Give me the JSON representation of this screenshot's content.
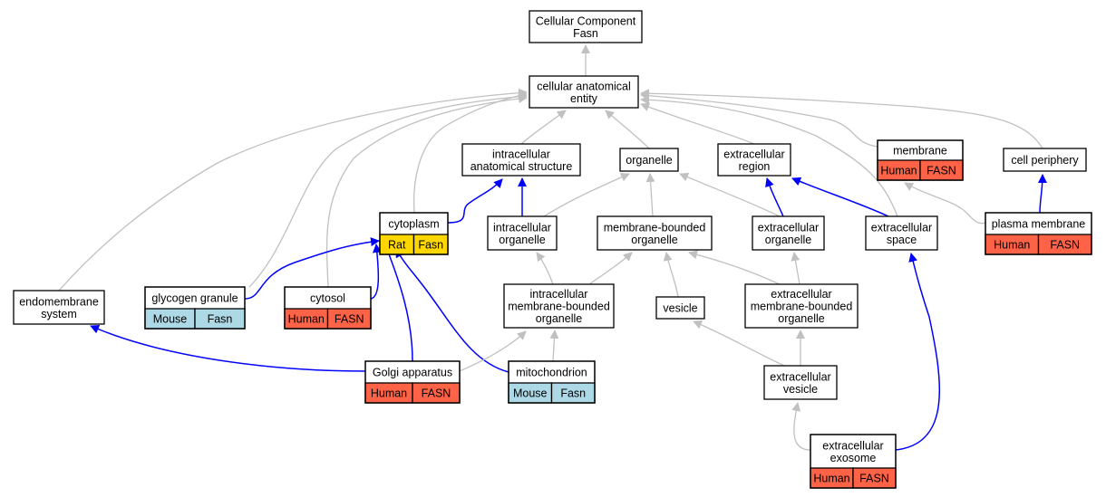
{
  "colors": {
    "human": "#ff6347",
    "mouse": "#add8e6",
    "rat": "#ffd700",
    "edge_isa": "#c0c0c0",
    "edge_partof": "#0000ff"
  },
  "nodes": [
    {
      "id": "root",
      "lines": [
        "Cellular Component",
        "Fasn"
      ],
      "tags": []
    },
    {
      "id": "cae",
      "lines": [
        "cellular anatomical",
        "entity"
      ],
      "tags": []
    },
    {
      "id": "ias",
      "lines": [
        "intracellular",
        "anatomical structure"
      ],
      "tags": []
    },
    {
      "id": "organelle",
      "lines": [
        "organelle"
      ],
      "tags": []
    },
    {
      "id": "ecregion",
      "lines": [
        "extracellular",
        "region"
      ],
      "tags": []
    },
    {
      "id": "membrane",
      "lines": [
        "membrane"
      ],
      "tags": [
        {
          "species": "human",
          "label": "Human"
        },
        {
          "species": "human",
          "label": "FASN"
        }
      ]
    },
    {
      "id": "periphery",
      "lines": [
        "cell periphery"
      ],
      "tags": []
    },
    {
      "id": "cytoplasm",
      "lines": [
        "cytoplasm"
      ],
      "tags": [
        {
          "species": "rat",
          "label": "Rat"
        },
        {
          "species": "rat",
          "label": "Fasn"
        }
      ]
    },
    {
      "id": "icorg",
      "lines": [
        "intracellular",
        "organelle"
      ],
      "tags": []
    },
    {
      "id": "mborg",
      "lines": [
        "membrane-bounded",
        "organelle"
      ],
      "tags": []
    },
    {
      "id": "ecorg",
      "lines": [
        "extracellular",
        "organelle"
      ],
      "tags": []
    },
    {
      "id": "ecspace",
      "lines": [
        "extracellular",
        "space"
      ],
      "tags": []
    },
    {
      "id": "pm",
      "lines": [
        "plasma membrane"
      ],
      "tags": [
        {
          "species": "human",
          "label": "Human"
        },
        {
          "species": "human",
          "label": "FASN"
        }
      ]
    },
    {
      "id": "endo",
      "lines": [
        "endomembrane",
        "system"
      ],
      "tags": []
    },
    {
      "id": "glycogen",
      "lines": [
        "glycogen granule"
      ],
      "tags": [
        {
          "species": "mouse",
          "label": "Mouse"
        },
        {
          "species": "mouse",
          "label": "Fasn"
        }
      ]
    },
    {
      "id": "cytosol",
      "lines": [
        "cytosol"
      ],
      "tags": [
        {
          "species": "human",
          "label": "Human"
        },
        {
          "species": "human",
          "label": "FASN"
        }
      ]
    },
    {
      "id": "icmbo",
      "lines": [
        "intracellular",
        "membrane-bounded",
        "organelle"
      ],
      "tags": []
    },
    {
      "id": "vesicle",
      "lines": [
        "vesicle"
      ],
      "tags": []
    },
    {
      "id": "ecmbo",
      "lines": [
        "extracellular",
        "membrane-bounded",
        "organelle"
      ],
      "tags": []
    },
    {
      "id": "golgi",
      "lines": [
        "Golgi apparatus"
      ],
      "tags": [
        {
          "species": "human",
          "label": "Human"
        },
        {
          "species": "human",
          "label": "FASN"
        }
      ]
    },
    {
      "id": "mito",
      "lines": [
        "mitochondrion"
      ],
      "tags": [
        {
          "species": "mouse",
          "label": "Mouse"
        },
        {
          "species": "mouse",
          "label": "Fasn"
        }
      ]
    },
    {
      "id": "ecves",
      "lines": [
        "extracellular",
        "vesicle"
      ],
      "tags": []
    },
    {
      "id": "exosome",
      "lines": [
        "extracellular",
        "exosome"
      ],
      "tags": [
        {
          "species": "human",
          "label": "Human"
        },
        {
          "species": "human",
          "label": "FASN"
        }
      ]
    }
  ],
  "edges": [
    {
      "from": "cae",
      "to": "root",
      "type": "isa"
    },
    {
      "from": "ias",
      "to": "cae",
      "type": "isa"
    },
    {
      "from": "organelle",
      "to": "cae",
      "type": "isa"
    },
    {
      "from": "ecregion",
      "to": "cae",
      "type": "isa"
    },
    {
      "from": "membrane",
      "to": "cae",
      "type": "isa"
    },
    {
      "from": "periphery",
      "to": "cae",
      "type": "isa"
    },
    {
      "from": "cytoplasm",
      "to": "cae",
      "type": "isa"
    },
    {
      "from": "endo",
      "to": "cae",
      "type": "isa"
    },
    {
      "from": "glycogen",
      "to": "cae",
      "type": "isa"
    },
    {
      "from": "cytosol",
      "to": "cae",
      "type": "isa"
    },
    {
      "from": "ecspace",
      "to": "cae",
      "type": "isa"
    },
    {
      "from": "cytoplasm",
      "to": "ias",
      "type": "partof"
    },
    {
      "from": "icorg",
      "to": "ias",
      "type": "partof"
    },
    {
      "from": "icorg",
      "to": "organelle",
      "type": "isa"
    },
    {
      "from": "mborg",
      "to": "organelle",
      "type": "isa"
    },
    {
      "from": "ecorg",
      "to": "organelle",
      "type": "isa"
    },
    {
      "from": "ecorg",
      "to": "ecregion",
      "type": "partof"
    },
    {
      "from": "ecspace",
      "to": "ecregion",
      "type": "partof"
    },
    {
      "from": "pm",
      "to": "membrane",
      "type": "isa"
    },
    {
      "from": "pm",
      "to": "periphery",
      "type": "partof"
    },
    {
      "from": "glycogen",
      "to": "cytoplasm",
      "type": "partof"
    },
    {
      "from": "cytosol",
      "to": "cytoplasm",
      "type": "partof"
    },
    {
      "from": "golgi",
      "to": "cytoplasm",
      "type": "partof"
    },
    {
      "from": "mito",
      "to": "cytoplasm",
      "type": "partof"
    },
    {
      "from": "icmbo",
      "to": "icorg",
      "type": "isa"
    },
    {
      "from": "icmbo",
      "to": "mborg",
      "type": "isa"
    },
    {
      "from": "vesicle",
      "to": "mborg",
      "type": "isa"
    },
    {
      "from": "ecmbo",
      "to": "mborg",
      "type": "isa"
    },
    {
      "from": "ecmbo",
      "to": "ecorg",
      "type": "isa"
    },
    {
      "from": "golgi",
      "to": "endo",
      "type": "partof"
    },
    {
      "from": "golgi",
      "to": "icmbo",
      "type": "isa"
    },
    {
      "from": "mito",
      "to": "icmbo",
      "type": "isa"
    },
    {
      "from": "ecves",
      "to": "vesicle",
      "type": "isa"
    },
    {
      "from": "ecves",
      "to": "ecmbo",
      "type": "isa"
    },
    {
      "from": "exosome",
      "to": "ecves",
      "type": "isa"
    },
    {
      "from": "exosome",
      "to": "ecspace",
      "type": "partof"
    }
  ]
}
